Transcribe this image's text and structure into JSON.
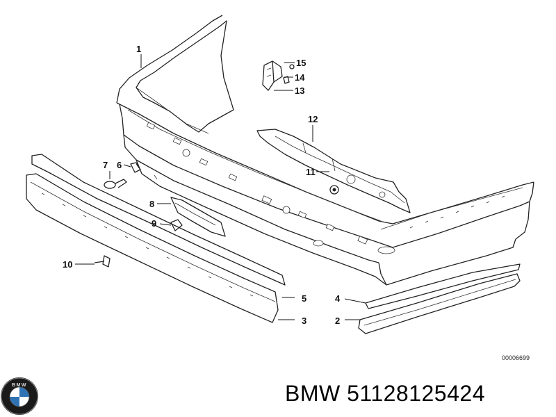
{
  "diagram": {
    "callouts": [
      "1",
      "2",
      "3",
      "4",
      "5",
      "6",
      "7",
      "8",
      "9",
      "10",
      "11",
      "12",
      "13",
      "14",
      "15"
    ],
    "reference_code": "00006699"
  },
  "brand": {
    "logo_icon": "bmw-roundel-icon",
    "logo_text": "BMW"
  },
  "caption": {
    "brand": "BMW",
    "part_number": "51128125424"
  }
}
